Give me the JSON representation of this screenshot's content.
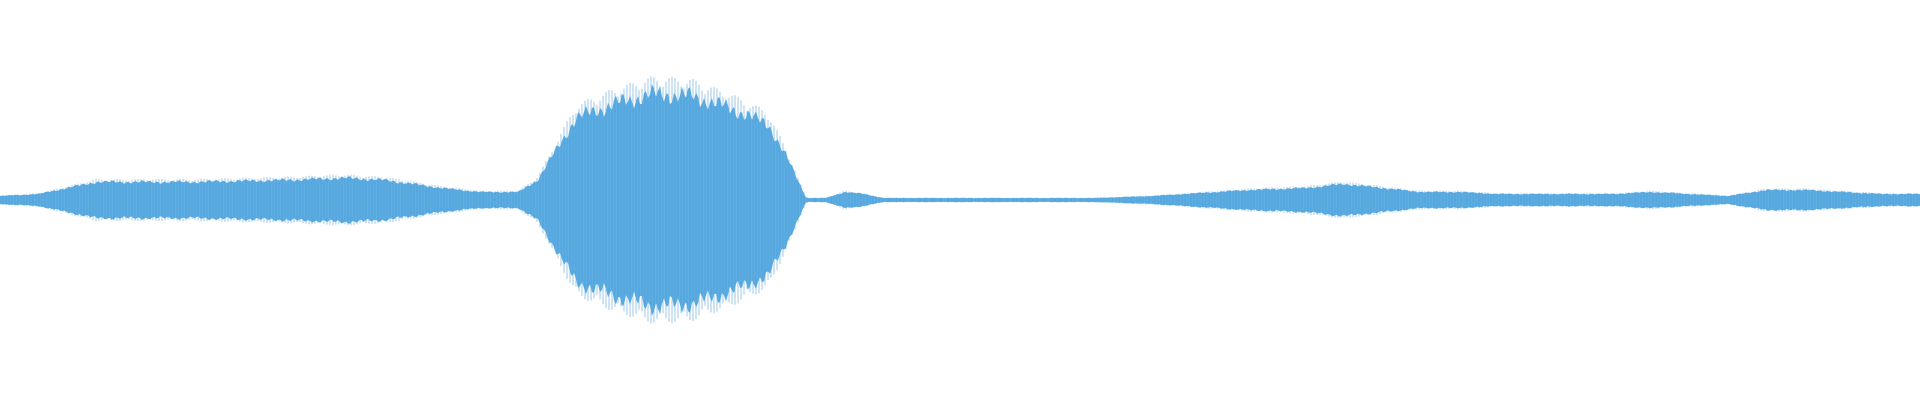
{
  "waveform": {
    "color": "#5DADE2",
    "hatch_color": "#4A9BD8",
    "background": "#FFFFFF",
    "visible_text": "",
    "duration_ratio_note": ""
  },
  "chart_data": {
    "type": "area",
    "title": "",
    "xlabel": "",
    "ylabel": "",
    "grid": false,
    "legend": "none",
    "x": [
      0,
      0.02,
      0.05,
      0.1,
      0.15,
      0.18,
      0.2,
      0.23,
      0.25,
      0.27,
      0.28,
      0.3,
      0.32,
      0.34,
      0.36,
      0.38,
      0.4,
      0.41,
      0.42,
      0.43,
      0.44,
      0.45,
      0.46,
      0.5,
      0.55,
      0.57,
      0.6,
      0.65,
      0.68,
      0.7,
      0.72,
      0.74,
      0.76,
      0.78,
      0.8,
      0.82,
      0.84,
      0.86,
      0.88,
      0.9,
      0.92,
      0.94,
      0.96,
      0.98,
      1.0
    ],
    "series": [
      {
        "values": [
          0.02,
          0.03,
          0.09,
          0.09,
          0.1,
          0.11,
          0.1,
          0.06,
          0.04,
          0.04,
          0.1,
          0.41,
          0.48,
          0.53,
          0.52,
          0.46,
          0.38,
          0.21,
          0.01,
          0.01,
          0.04,
          0.03,
          0.01,
          0.01,
          0.01,
          0.01,
          0.02,
          0.05,
          0.06,
          0.08,
          0.06,
          0.04,
          0.04,
          0.03,
          0.03,
          0.03,
          0.03,
          0.04,
          0.03,
          0.02,
          0.05,
          0.05,
          0.04,
          0.03,
          0.03
        ]
      }
    ]
  }
}
